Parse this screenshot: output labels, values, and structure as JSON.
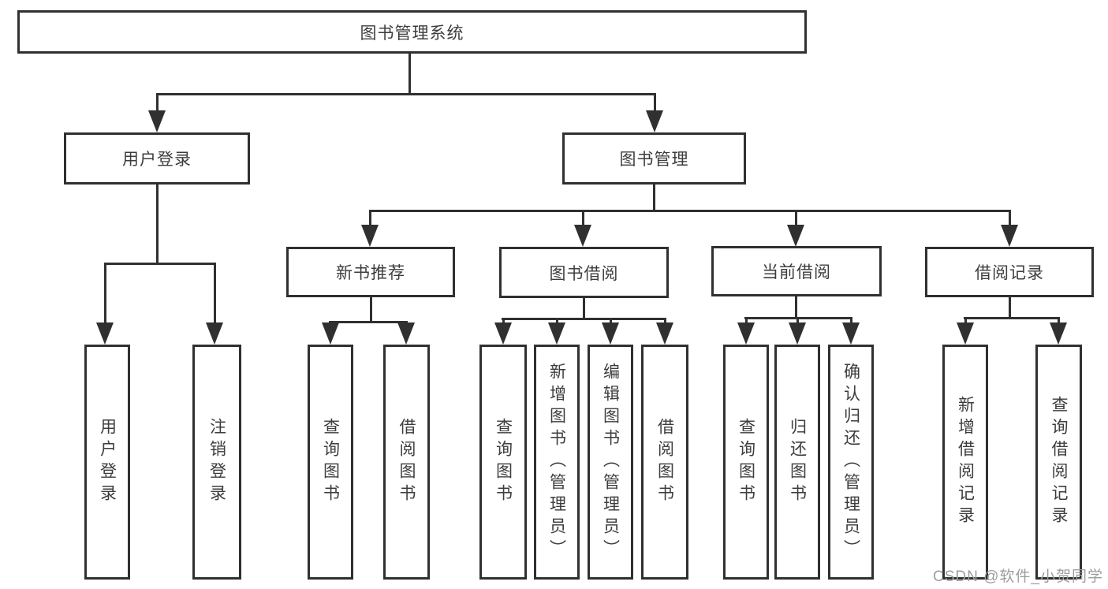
{
  "diagram": {
    "root": {
      "label": "图书管理系统"
    },
    "branches": [
      {
        "label": "用户登录",
        "children": [
          {
            "label": "用户登录"
          },
          {
            "label": "注销登录"
          }
        ]
      },
      {
        "label": "图书管理",
        "children": [
          {
            "label": "新书推荐",
            "children": [
              {
                "label": "查询图书"
              },
              {
                "label": "借阅图书"
              }
            ]
          },
          {
            "label": "图书借阅",
            "children": [
              {
                "label": "查询图书"
              },
              {
                "label": "新增图书（管理员）"
              },
              {
                "label": "编辑图书（管理员）"
              },
              {
                "label": "借阅图书"
              }
            ]
          },
          {
            "label": "当前借阅",
            "children": [
              {
                "label": "查询图书"
              },
              {
                "label": "归还图书"
              },
              {
                "label": "确认归还（管理员）"
              }
            ]
          },
          {
            "label": "借阅记录",
            "children": [
              {
                "label": "新增借阅记录"
              },
              {
                "label": "查询借阅记录"
              }
            ]
          }
        ]
      }
    ]
  },
  "watermark": "CSDN @软件_小贺同学",
  "colors": {
    "line": "#303030",
    "text": "#3d3d3d",
    "watermark": "#9e9e9e",
    "background": "#ffffff"
  }
}
